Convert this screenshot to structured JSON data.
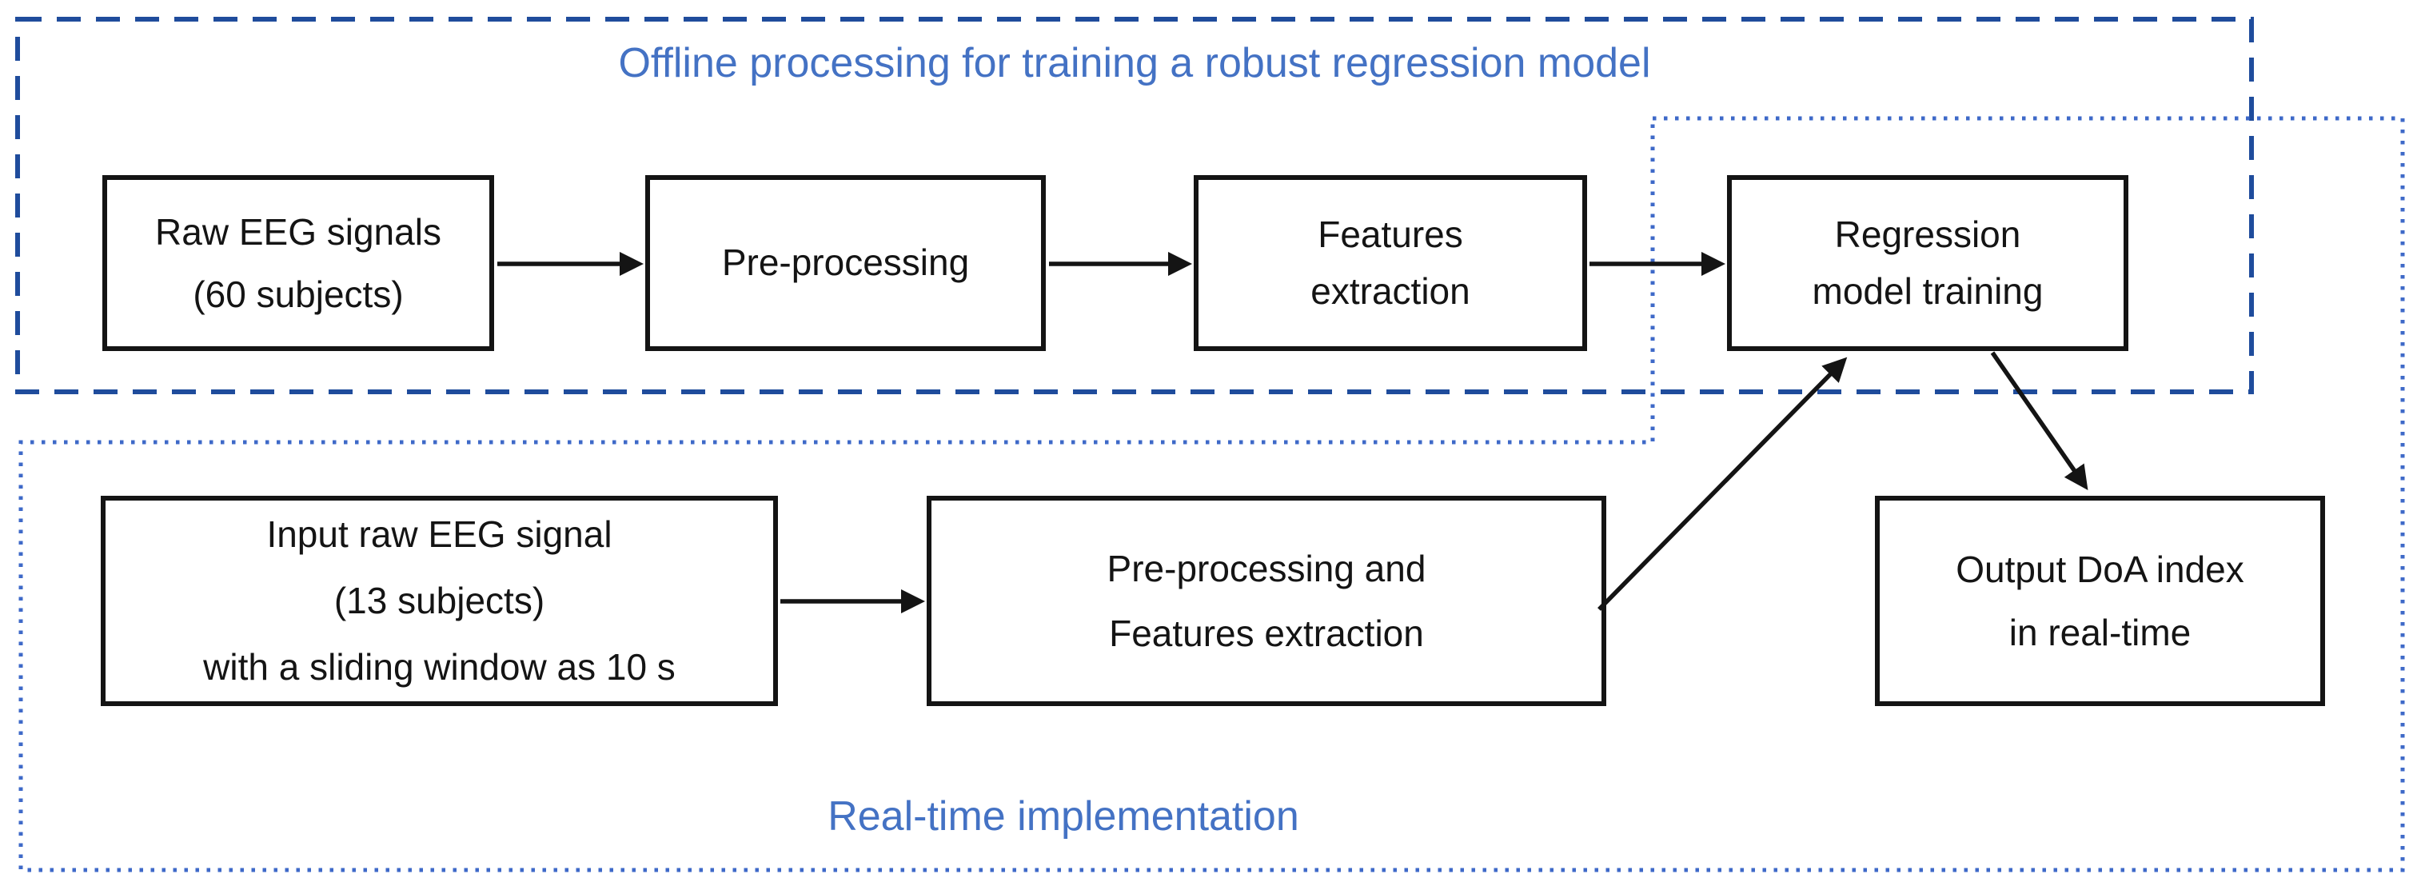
{
  "diagram": {
    "offline_region_label": "Offline processing for training a robust regression model",
    "realtime_region_label": "Real-time implementation"
  },
  "boxes": {
    "raw_eeg": "Raw EEG signals\n(60 subjects)",
    "preprocessing": "Pre-processing",
    "features_extraction": "Features\nextraction",
    "regression_training": "Regression\nmodel training",
    "input_eeg": "Input raw EEG signal\n(13 subjects)\nwith a sliding window as 10 s",
    "preprocessing_features": "Pre-processing and\nFeatures extraction",
    "output_doa": "Output DoA index\nin real-time"
  },
  "colors": {
    "offline_border": "#1F4C9C",
    "realtime_border": "#3E69C8",
    "region_label_text": "#4472C4",
    "box_border_and_arrows": "#141414",
    "background": "#FFFFFF"
  }
}
